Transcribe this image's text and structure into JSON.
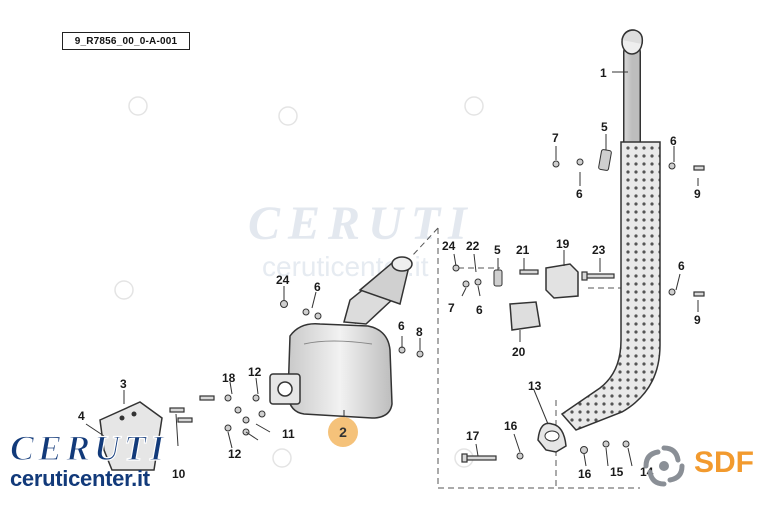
{
  "diagram": {
    "reference_code": "9_R7856_00_0-A-001",
    "part_labels": [
      "1",
      "2",
      "3",
      "4",
      "5",
      "5",
      "6",
      "6",
      "6",
      "6",
      "6",
      "6",
      "7",
      "7",
      "8",
      "9",
      "9",
      "10",
      "11",
      "12",
      "12",
      "13",
      "14",
      "15",
      "16",
      "16",
      "17",
      "18",
      "19",
      "20",
      "21",
      "22",
      "23",
      "24",
      "24"
    ],
    "highlighted_part": "2",
    "highlight_color": "#f5c27a"
  },
  "watermark": {
    "brand": "CERUTI",
    "url": "ceruticenter.it",
    "text_color": "#e3e8ef"
  },
  "branding": {
    "left_logo": "CERUTI",
    "left_url": "ceruticenter.it",
    "left_color": "#123a7a",
    "right_logo": "SDF",
    "right_color": "#f29a2e",
    "right_icon": "sdf-swirl-icon"
  }
}
